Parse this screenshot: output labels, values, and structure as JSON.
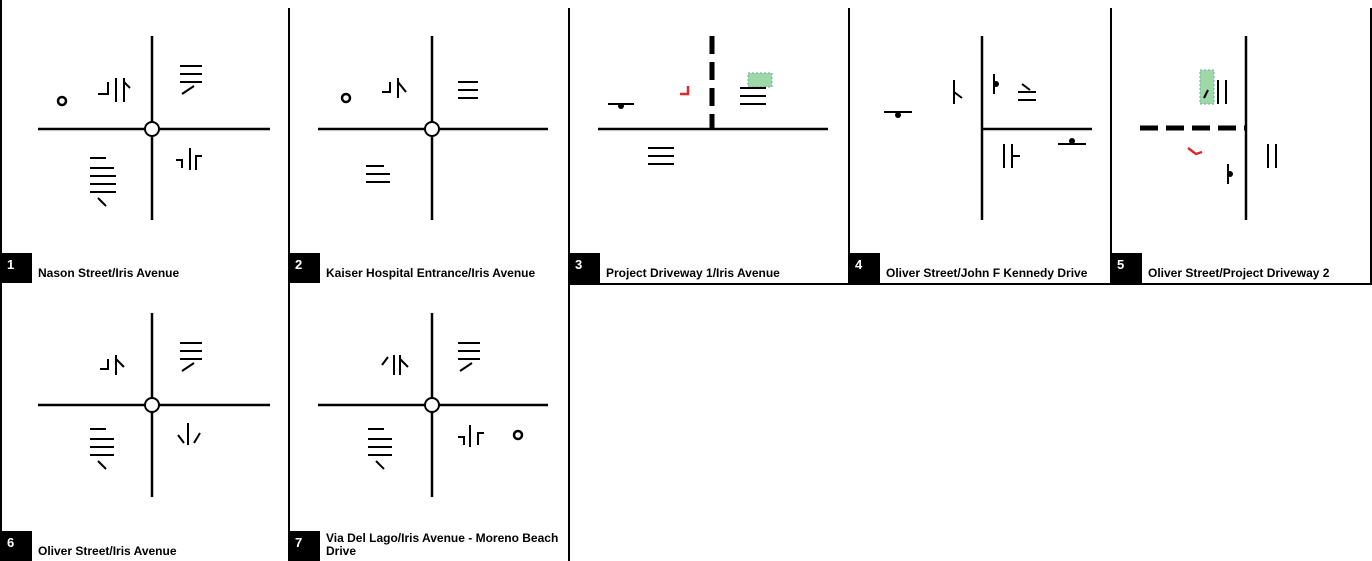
{
  "intersections": [
    {
      "number": "1",
      "name": "Nason Street/Iris Avenue",
      "control": "signal-icon"
    },
    {
      "number": "2",
      "name": "Kaiser Hospital Entrance/Iris Avenue",
      "control": "signal-icon"
    },
    {
      "number": "3",
      "name": "Project Driveway 1/Iris Avenue",
      "control": "stop-sign-icon"
    },
    {
      "number": "4",
      "name": "Oliver Street/John F Kennedy Drive",
      "control": "stop-sign-icon"
    },
    {
      "number": "5",
      "name": "Oliver Street/Project Driveway 2",
      "control": "stop-sign-icon"
    },
    {
      "number": "6",
      "name": "Oliver Street/Iris Avenue",
      "control": "signal-icon"
    },
    {
      "number": "7",
      "name": "Via Del Lago/Iris Avenue - Moreno Beach Drive",
      "control": "signal-icon"
    }
  ],
  "colors": {
    "line": "#000000",
    "project_movement": "#e0282c",
    "highlight": "#9ed8a8"
  }
}
